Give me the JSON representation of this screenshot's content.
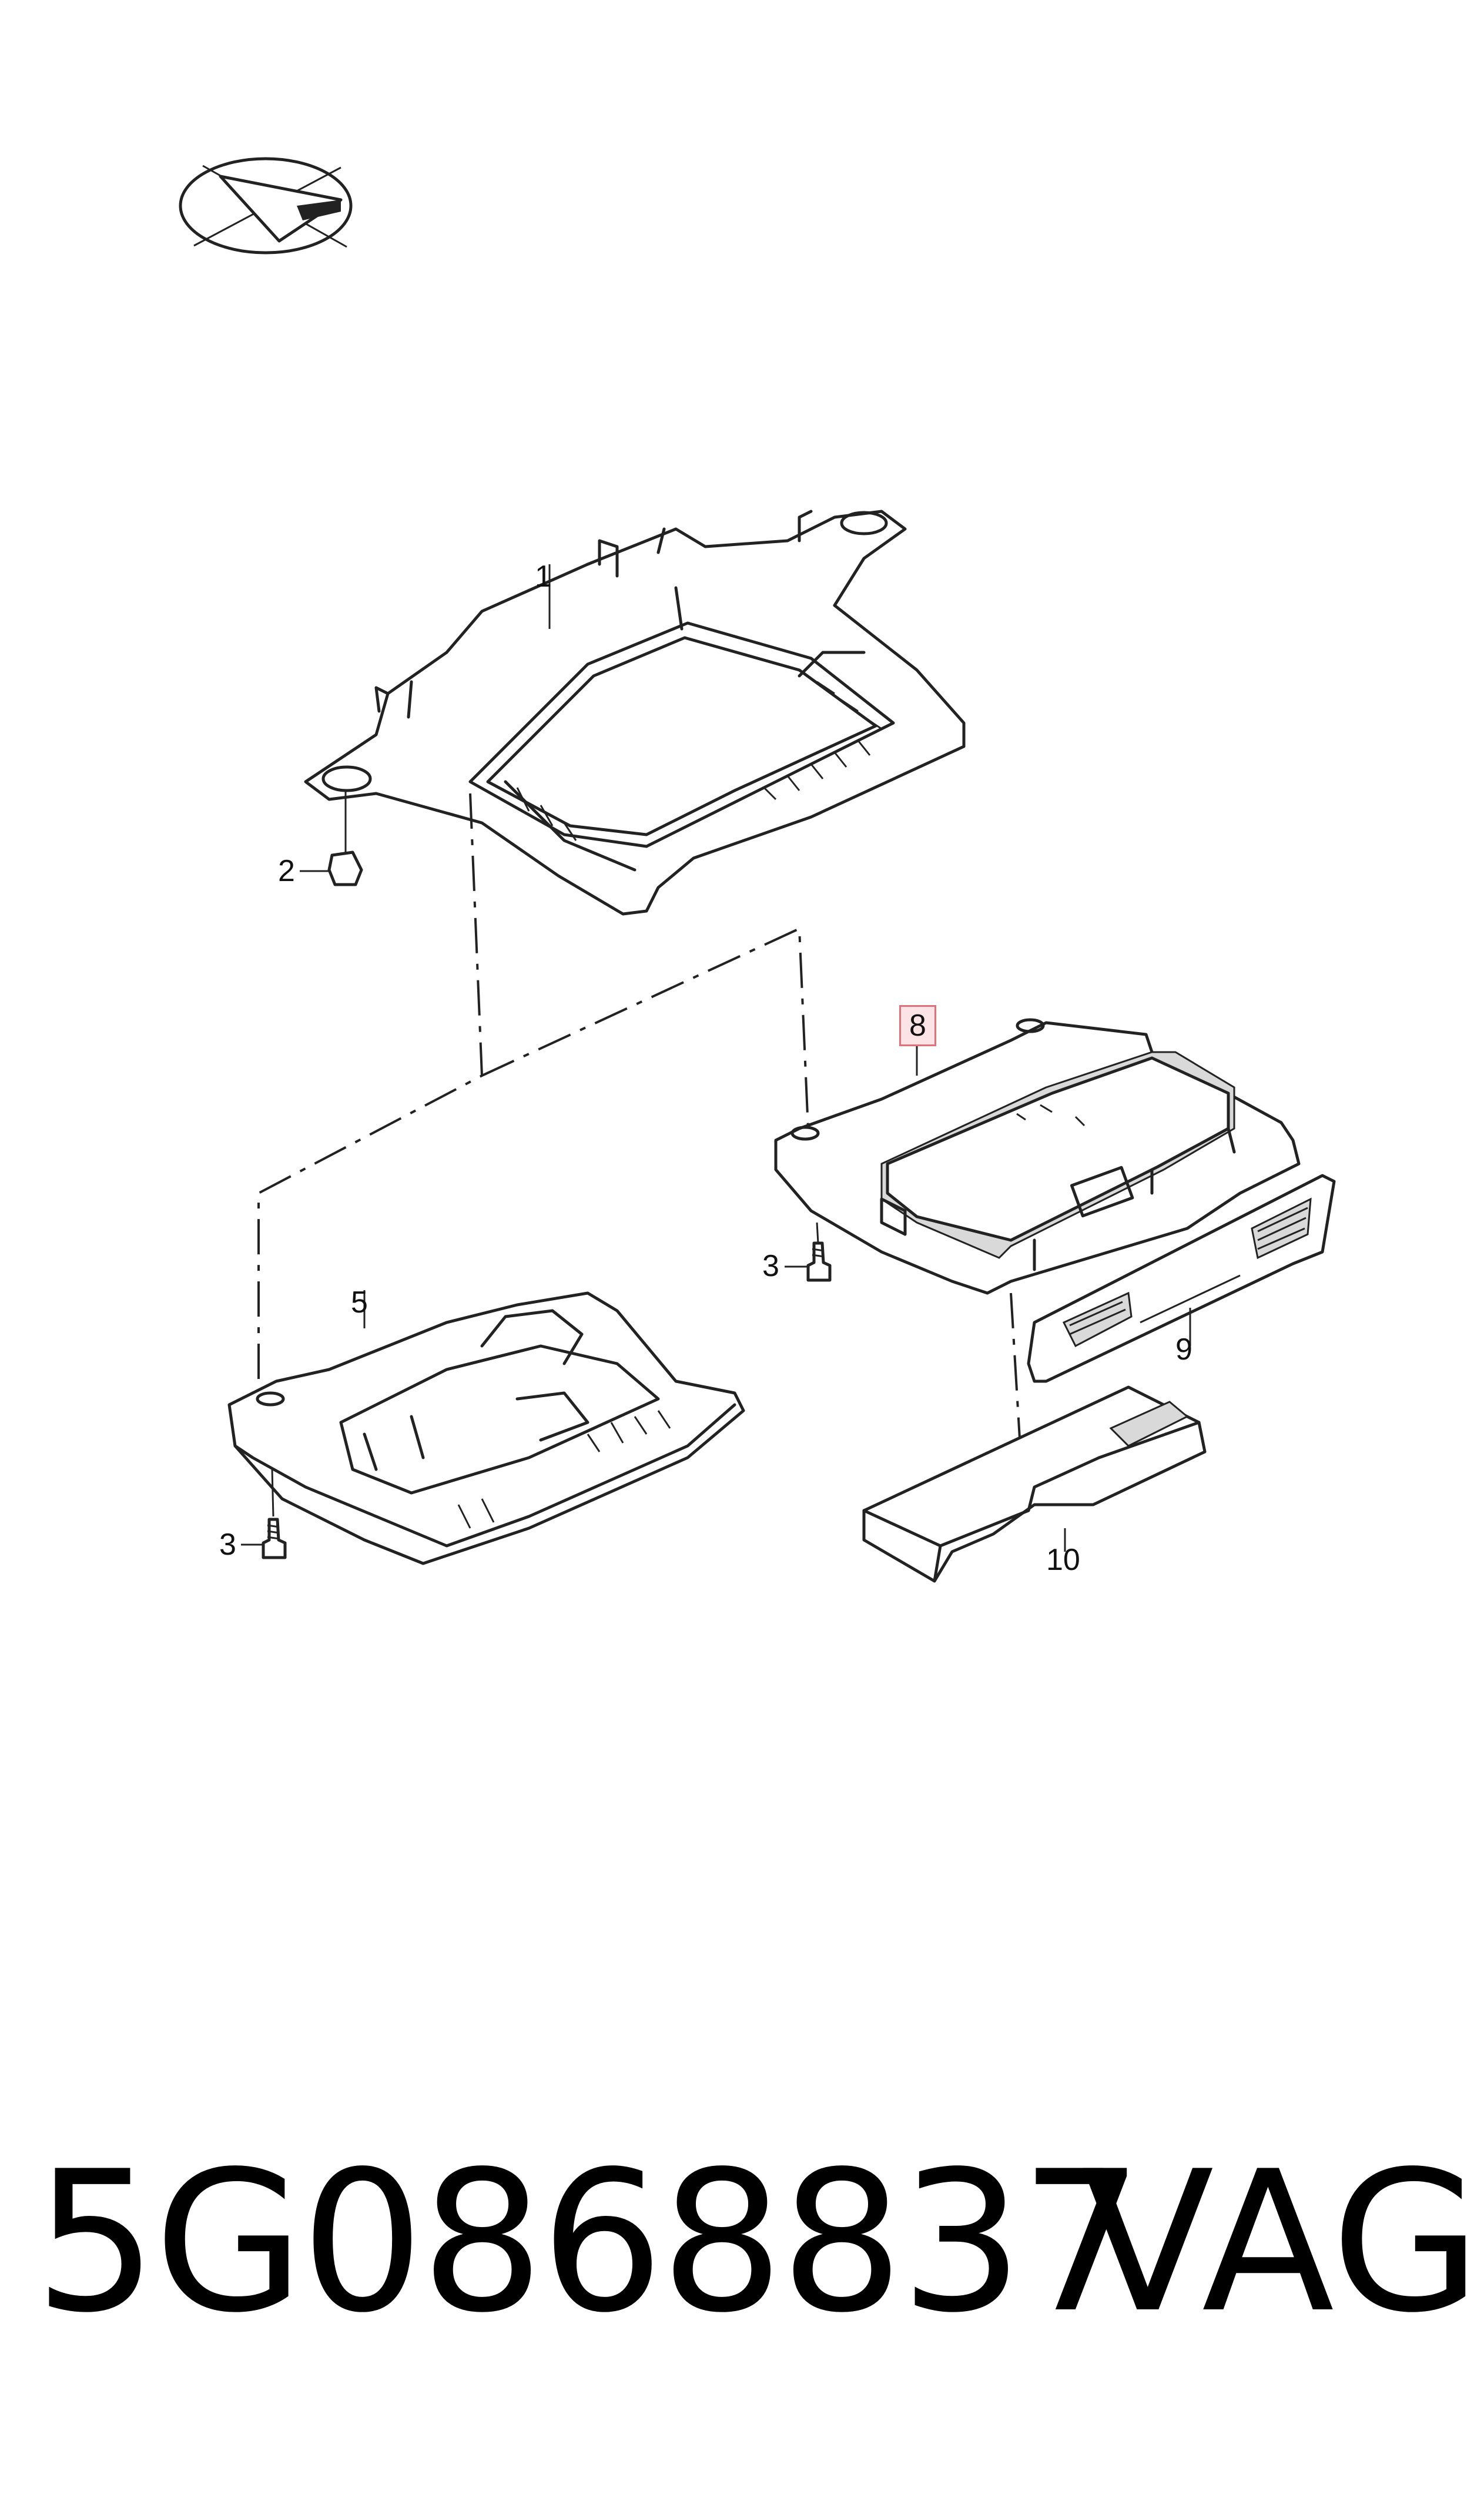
{
  "diagram": {
    "callouts": [
      {
        "id": "1",
        "label": "1"
      },
      {
        "id": "2",
        "label": "2"
      },
      {
        "id": "3a",
        "label": "3"
      },
      {
        "id": "3b",
        "label": "3"
      },
      {
        "id": "5",
        "label": "5"
      },
      {
        "id": "8",
        "label": "8",
        "highlighted": true
      },
      {
        "id": "9",
        "label": "9"
      },
      {
        "id": "10",
        "label": "10"
      }
    ],
    "highlight_color": "#e0707a",
    "highlight_fill": "#fbe3e6"
  },
  "footer": {
    "part_number": "5G0868837",
    "brand": "VAG"
  }
}
